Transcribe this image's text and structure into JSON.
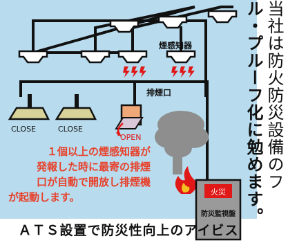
{
  "diagram": {
    "sensor_label": "煙感知器",
    "exhaust_label": "排煙口",
    "close_label_1": "CLOSE",
    "close_label_2": "CLOSE",
    "open_label": "OPEN",
    "alarm_label": "火災",
    "panel_label": "防災監視盤",
    "description_lines": [
      "１個以上の煙感知器が",
      "発報した時に最寄の排煙",
      "口が自動で開放し排煙機",
      "が起動します。"
    ]
  },
  "caption": "ＡＴＳ設置で防災性向上のアイビス",
  "vertical_text": {
    "col1": "当社は防火防災設備のフ",
    "col2": "ル・プルーフ化に勉めます。"
  },
  "colors": {
    "background": "#b8dcee",
    "line": "#111111",
    "description": "#e8402a",
    "alarm_bg": "#e01818",
    "panel": "#9a9a9a",
    "open_vent": "#f0a878",
    "closed_vent": "#d6d29a"
  }
}
